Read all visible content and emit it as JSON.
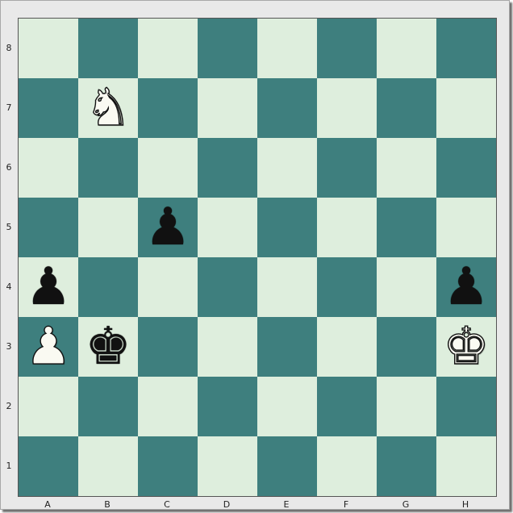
{
  "board": {
    "files": [
      "A",
      "B",
      "C",
      "D",
      "E",
      "F",
      "G",
      "H"
    ],
    "ranks": [
      "8",
      "7",
      "6",
      "5",
      "4",
      "3",
      "2",
      "1"
    ],
    "colors": {
      "light": "#deeedd",
      "dark": "#3e7f7e"
    },
    "pieces": [
      {
        "square": "b7",
        "type": "knight",
        "color": "white",
        "glyph": "♞"
      },
      {
        "square": "c5",
        "type": "pawn",
        "color": "black",
        "glyph": "♟"
      },
      {
        "square": "a4",
        "type": "pawn",
        "color": "black",
        "glyph": "♟"
      },
      {
        "square": "h4",
        "type": "pawn",
        "color": "black",
        "glyph": "♟"
      },
      {
        "square": "a3",
        "type": "pawn",
        "color": "white",
        "glyph": "♟"
      },
      {
        "square": "b3",
        "type": "king",
        "color": "black",
        "glyph": "♚"
      },
      {
        "square": "h3",
        "type": "king",
        "color": "white",
        "glyph": "♚"
      }
    ]
  }
}
